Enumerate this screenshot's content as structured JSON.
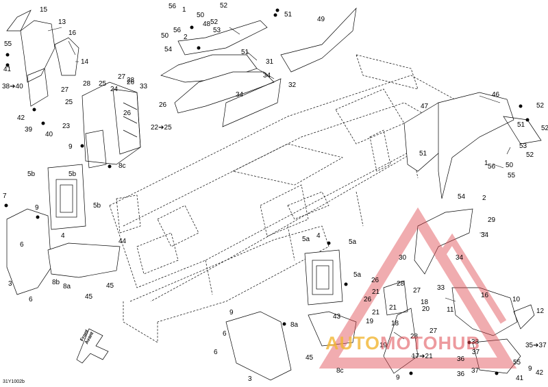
{
  "diagram": {
    "code": "31Y1002b",
    "front_label_line1": "Front",
    "front_label_line2": "Avant",
    "callouts": [
      "15",
      "13",
      "16",
      "55",
      "41",
      "14",
      "38➔40",
      "42",
      "39",
      "40",
      "27",
      "28",
      "25",
      "24",
      "26",
      "25",
      "26",
      "23",
      "22➔25",
      "9",
      "8c",
      "56",
      "1",
      "50",
      "52",
      "48",
      "56",
      "53",
      "50",
      "2",
      "54",
      "51",
      "31",
      "52",
      "51",
      "49",
      "27",
      "28",
      "33",
      "34",
      "34",
      "32",
      "26",
      "47",
      "46",
      "51",
      "52",
      "52",
      "51",
      "53",
      "52",
      "56",
      "50",
      "1",
      "55",
      "54",
      "2",
      "5b",
      "5b",
      "5b",
      "7",
      "9",
      "4",
      "6",
      "3",
      "8b",
      "8a",
      "6",
      "44",
      "45",
      "45",
      "29",
      "34",
      "30",
      "34",
      "5a",
      "4",
      "5a",
      "5a",
      "26",
      "21",
      "28",
      "27",
      "21",
      "18",
      "33",
      "26",
      "20",
      "19",
      "21",
      "18",
      "28",
      "27",
      "16",
      "11",
      "10",
      "12",
      "9",
      "6",
      "8a",
      "6",
      "43",
      "45",
      "8c",
      "3",
      "9",
      "19",
      "17➔21",
      "38",
      "37",
      "36",
      "36",
      "37",
      "55",
      "35➔37",
      "9",
      "42",
      "41"
    ],
    "watermark_part1": "AUTO",
    "watermark_part2": "MOTOHUB"
  }
}
